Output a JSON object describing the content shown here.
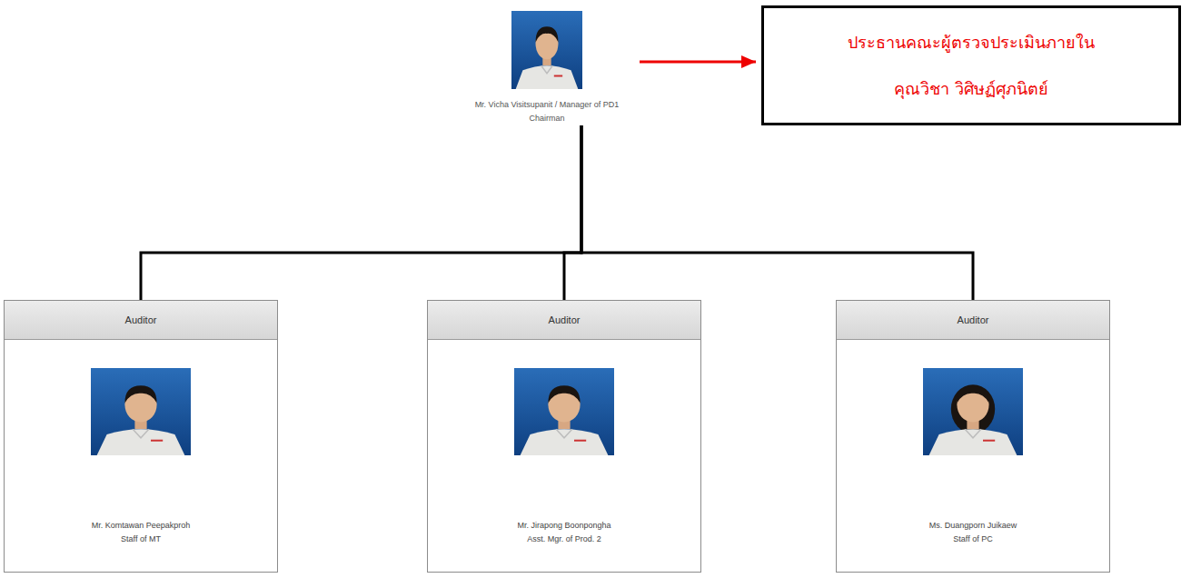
{
  "diagram": {
    "nodes": [
      {
        "text": [
          "Mr. Vicha Visitsupanit / Manager of PD1",
          "Chairman"
        ]
      },
      {
        "text": [
          "ประธานคณะผู้ตรวจประเมินภายใน",
          "คุณวิชา วิศิษฏ์ศุภนิตย์"
        ]
      },
      {
        "text": [
          "Auditor",
          "Mr. Komtawan Peepakproh",
          "Staff of MT"
        ]
      },
      {
        "text": [
          "Auditor",
          "Mr. Jirapong Boonpongha",
          "Asst. Mgr. of Prod. 2"
        ]
      },
      {
        "text": [
          "Auditor",
          "Ms. Duangporn Juikaew",
          "Staff of PC"
        ]
      }
    ],
    "edges": [
      {
        "from": 0,
        "to": 1,
        "arrow": "to"
      },
      {
        "from": 0,
        "to": 2,
        "arrow": "none"
      },
      {
        "from": 0,
        "to": 3,
        "arrow": "none"
      },
      {
        "from": 0,
        "to": 4,
        "arrow": "none"
      }
    ]
  }
}
